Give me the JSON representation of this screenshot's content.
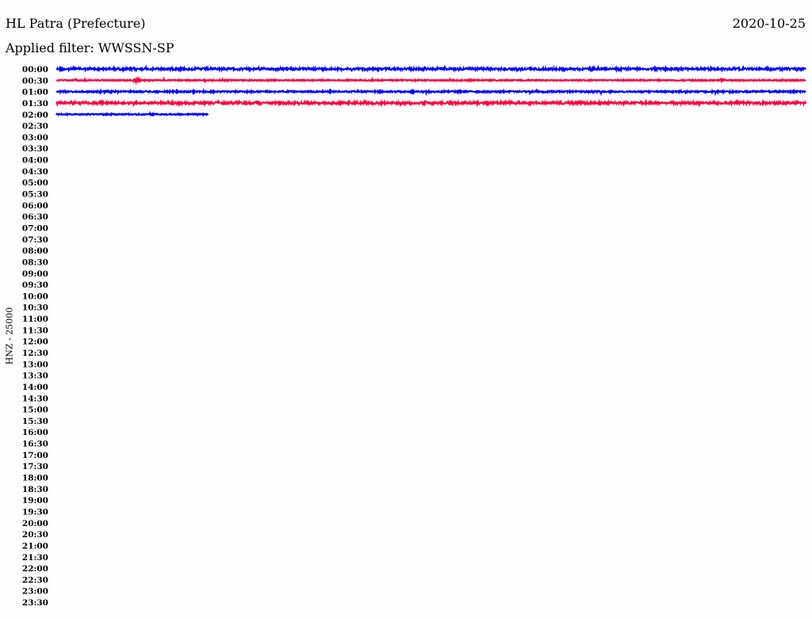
{
  "chart_data": {
    "type": "line",
    "title": "HL Patra (Prefecture)",
    "date": "2020-10-25",
    "filter_label": "Applied filter: WWSSN-SP",
    "ylabel": "HNZ - 25000",
    "row_labels": [
      "00:00",
      "00:30",
      "01:00",
      "01:30",
      "02:00",
      "02:30",
      "03:00",
      "03:30",
      "04:00",
      "04:30",
      "05:00",
      "05:30",
      "06:00",
      "06:30",
      "07:00",
      "07:30",
      "08:00",
      "08:30",
      "09:00",
      "09:30",
      "10:00",
      "10:30",
      "11:00",
      "11:30",
      "12:00",
      "12:30",
      "13:00",
      "13:30",
      "14:00",
      "14:30",
      "15:00",
      "15:30",
      "16:00",
      "16:30",
      "17:00",
      "17:30",
      "18:00",
      "18:30",
      "19:00",
      "19:30",
      "20:00",
      "20:30",
      "21:00",
      "21:30",
      "22:00",
      "22:30",
      "23:00",
      "23:30"
    ],
    "colors": [
      "#0000ff",
      "#ff0040"
    ],
    "traces": [
      {
        "row": "00:00",
        "fraction": 1.0,
        "noise": 1.3,
        "events": []
      },
      {
        "row": "00:30",
        "fraction": 1.0,
        "noise": 0.7,
        "events": [
          0.107,
          0.888
        ]
      },
      {
        "row": "01:00",
        "fraction": 1.0,
        "noise": 0.9,
        "events": []
      },
      {
        "row": "01:30",
        "fraction": 1.0,
        "noise": 1.4,
        "events": []
      },
      {
        "row": "02:00",
        "fraction": 0.203,
        "noise": 0.7,
        "events": []
      }
    ]
  }
}
